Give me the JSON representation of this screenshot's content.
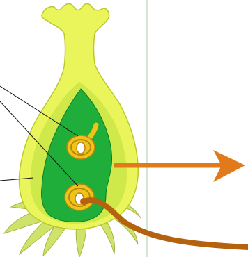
{
  "colors": {
    "background": "#ffffff",
    "divider": "#9fd29f",
    "outer_wall_fill": "#e9f55a",
    "outer_wall_stroke": "#bcc92d",
    "inner_layer_fill": "#cfe84a",
    "cavity_fill": "#1fae3a",
    "cavity_stroke": "#0f7a25",
    "ovule_fill": "#f0c21a",
    "ovule_stroke": "#b7870e",
    "ovule_core": "#ffffff",
    "sepal_fill": "#cfe26a",
    "sepal_stroke": "#a5b640",
    "arrow_right": "#e07a1a",
    "arrow_curved": "#b5620f",
    "leader_line": "#111111"
  },
  "parts": [
    {
      "id": "ovary-wall",
      "icon": "ovary-wall-shape"
    },
    {
      "id": "ovary-cavity",
      "icon": "cavity-shape"
    },
    {
      "id": "upper-ovule",
      "icon": "ovule-icon"
    },
    {
      "id": "lower-ovule",
      "icon": "ovule-icon"
    },
    {
      "id": "sepals",
      "icon": "sepal-icon"
    }
  ],
  "arrows": [
    {
      "id": "right-arrow",
      "icon": "arrow-right-icon"
    },
    {
      "id": "curved-arrow",
      "icon": "curved-arrow-icon"
    }
  ]
}
